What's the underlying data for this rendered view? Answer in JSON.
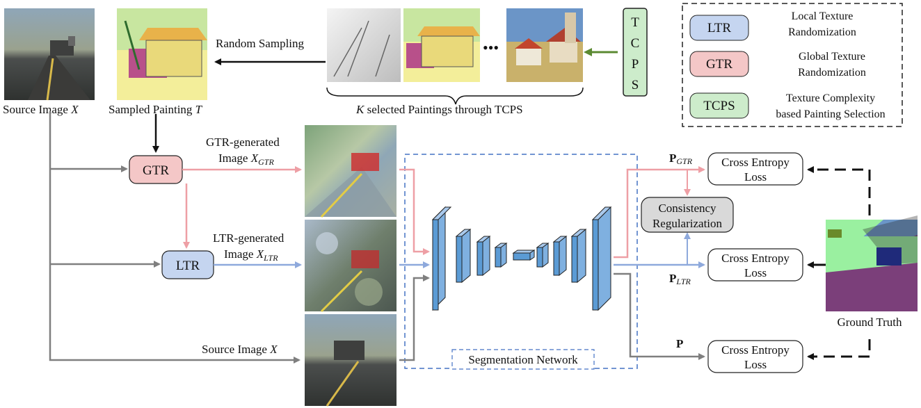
{
  "labels": {
    "source_image_top": "Source Image",
    "source_image_top_var": "X",
    "sampled_painting": "Sampled Painting",
    "sampled_painting_var": "T",
    "random_sampling": "Random Sampling",
    "k_selected": "selected Paintings through TCPS",
    "k_var": "K",
    "ellipsis": "•••",
    "tcps_vertical": [
      "T",
      "C",
      "P",
      "S"
    ],
    "gtr_generated_line1": "GTR-generated",
    "gtr_generated_line2": "Image",
    "gtr_generated_var": "X",
    "gtr_generated_sub": "GTR",
    "ltr_generated_line1": "LTR-generated",
    "ltr_generated_line2": "Image",
    "ltr_generated_var": "X",
    "ltr_generated_sub": "LTR",
    "source_image_mid": "Source Image",
    "source_image_mid_var": "X",
    "segmentation_network": "Segmentation Network",
    "p_gtr": "P",
    "p_gtr_sub": "GTR",
    "p_ltr": "P",
    "p_ltr_sub": "LTR",
    "p": "P",
    "ground_truth": "Ground Truth"
  },
  "nodes": {
    "gtr": "GTR",
    "ltr": "LTR",
    "consistency_line1": "Consistency",
    "consistency_line2": "Regularization",
    "ce_line1": "Cross Entropy",
    "ce_line2": "Loss"
  },
  "legend": [
    {
      "abbr": "LTR",
      "desc_line1": "Local Texture",
      "desc_line2": "Randomization",
      "color": "#c5d5f0"
    },
    {
      "abbr": "GTR",
      "desc_line1": "Global Texture",
      "desc_line2": "Randomization",
      "color": "#f4c7c7"
    },
    {
      "abbr": "TCPS",
      "desc_line1": "Texture Complexity",
      "desc_line2": "based Painting Selection",
      "color": "#cdeccb"
    }
  ],
  "colors": {
    "gtr": "#f4c7c7",
    "ltr": "#c5d5f0",
    "tcps": "#cdeccb",
    "pink_arrow": "#ee9fa5",
    "blue_arrow": "#8ea9dc",
    "gray_arrow": "#7f7f7f",
    "green_arrow": "#5b8a32",
    "network_blue": "#5b9bd5",
    "consistency_fill": "#d9d9d9",
    "dashed_border": "#4472c4"
  }
}
